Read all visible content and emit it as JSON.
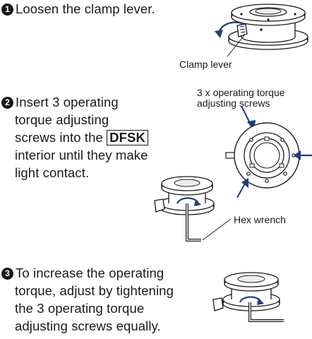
{
  "step1": {
    "number": "1",
    "text": "Loosen the clamp lever.",
    "callout": "Clamp lever"
  },
  "step2": {
    "number": "2",
    "lines": [
      "Insert 3 operating",
      "torque adjusting",
      "screws into the",
      "interior until they make",
      "light contact."
    ],
    "product": "DFSK",
    "callout_screws_line1": "3 x operating torque",
    "callout_screws_line2": "adjusting screws",
    "callout_wrench": "Hex wrench"
  },
  "step3": {
    "number": "3",
    "lines": [
      "To increase the operating",
      "torque, adjust by tightening",
      "the 3 operating torque",
      "adjusting screws equally."
    ]
  },
  "colors": {
    "arrow": "#1f3f7a",
    "ink": "#1a1a1a"
  }
}
